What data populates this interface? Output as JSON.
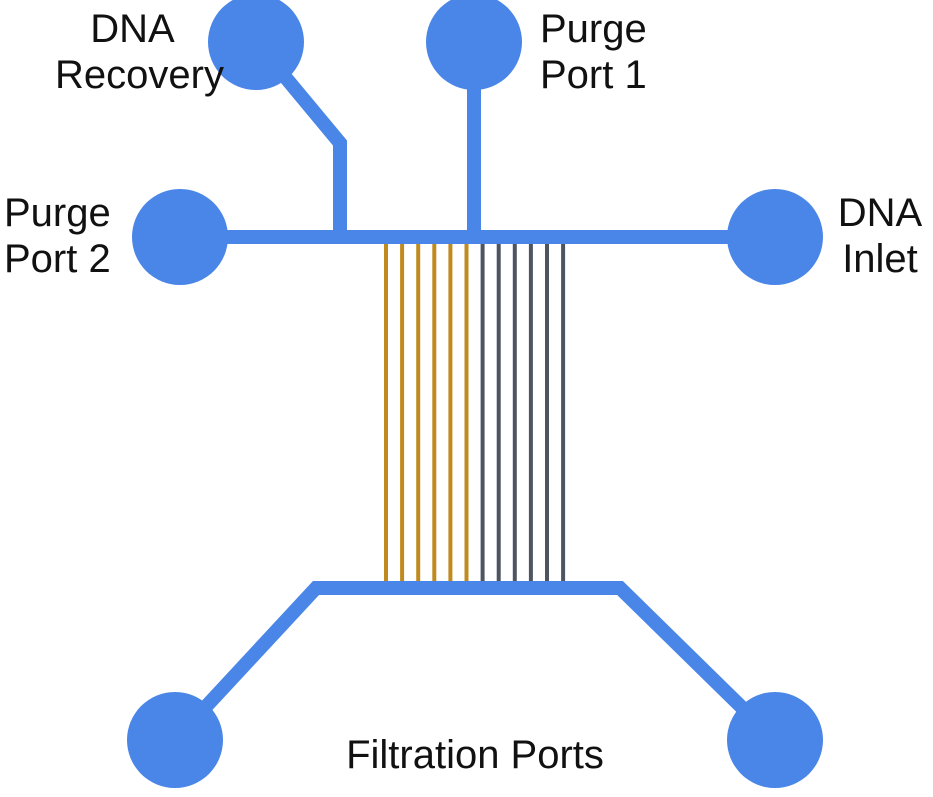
{
  "colors": {
    "channel": "#4a86e8",
    "port": "#4a86e8",
    "filter_orange": "#c08a1e",
    "filter_gray": "#4d5660",
    "text": "#111111"
  },
  "labels": {
    "dna_recovery": {
      "line1": "DNA",
      "line2": "Recovery"
    },
    "purge_port_1": {
      "line1": "Purge",
      "line2": "Port 1"
    },
    "purge_port_2": {
      "line1": "Purge",
      "line2": "Port 2"
    },
    "dna_inlet": {
      "line1": "DNA",
      "line2": "Inlet"
    },
    "filtration_ports": "Filtration Ports"
  },
  "filter_channels": {
    "orange_count": 6,
    "gray_count": 6
  }
}
